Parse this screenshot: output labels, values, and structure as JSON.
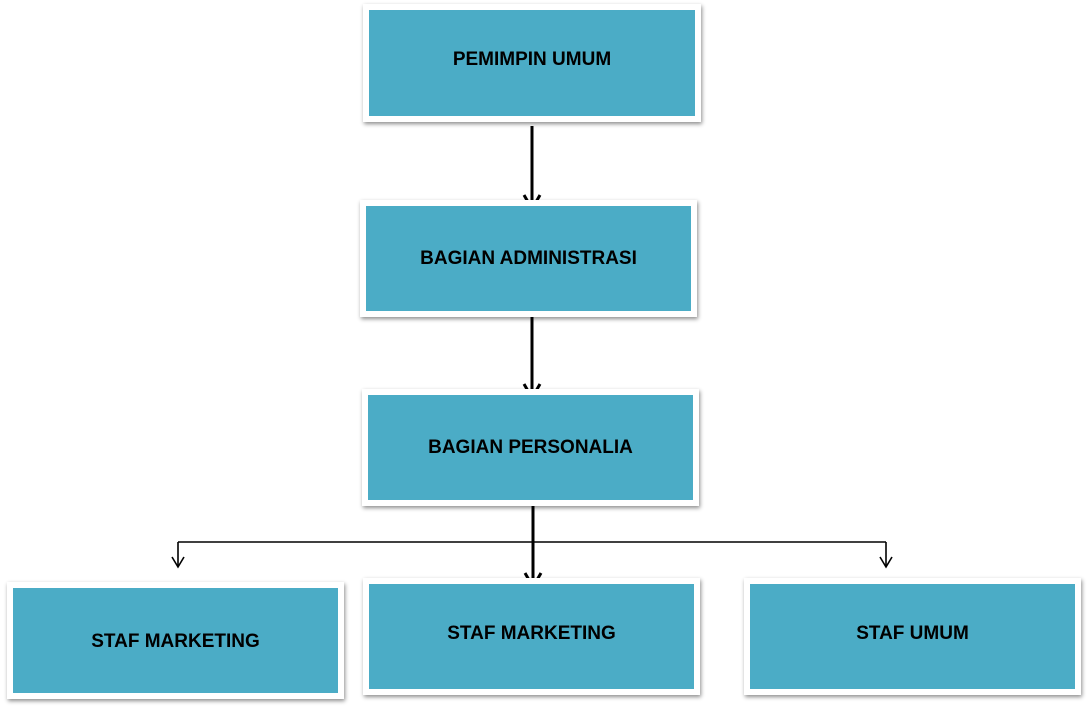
{
  "diagram": {
    "nodes": {
      "top": {
        "label": "PEMIMPIN UMUM"
      },
      "admin": {
        "label": "BAGIAN ADMINISTRASI"
      },
      "personalia": {
        "label": "BAGIAN PERSONALIA"
      },
      "staff_left": {
        "label": "STAF MARKETING"
      },
      "staff_center": {
        "label": "STAF MARKETING"
      },
      "staff_right": {
        "label": "STAF UMUM"
      }
    },
    "edges": [
      {
        "from": "PEMIMPIN UMUM",
        "to": "BAGIAN ADMINISTRASI"
      },
      {
        "from": "BAGIAN ADMINISTRASI",
        "to": "BAGIAN PERSONALIA"
      },
      {
        "from": "BAGIAN PERSONALIA",
        "to": "STAF MARKETING"
      },
      {
        "from": "BAGIAN PERSONALIA",
        "to": "STAF MARKETING"
      },
      {
        "from": "BAGIAN PERSONALIA",
        "to": "STAF UMUM"
      }
    ],
    "colors": {
      "box_fill": "#4bacc6",
      "box_border": "#ffffff",
      "line": "#000000"
    }
  }
}
